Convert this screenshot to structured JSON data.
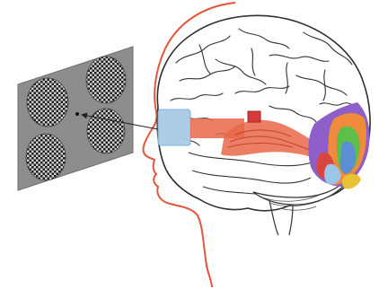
{
  "figure": {
    "type": "illustration",
    "colors": {
      "background": "#ffffff",
      "profile_outline": "#e2563c",
      "brain_outline": "#2f2f2f",
      "brain_fill": "#ffffff",
      "screen_panel": "#8d8d8d",
      "screen_panel_edge": "#6f6f6f",
      "checker_dark": "#1e1e1e",
      "checker_light": "#cfcfcf",
      "eye_box": "#a9cbe6",
      "optic_pathway": "#e8674a",
      "relay_nucleus": "#d63a3a",
      "cortex_purple": "#8e5fc9",
      "cortex_orange": "#f08a3c",
      "cortex_red": "#d9463d",
      "cortex_green": "#5bbf4a",
      "cortex_blue": "#5d8ed4",
      "cortex_lightblue": "#9cc6e8",
      "cortex_yellow": "#e8c233",
      "arrow": "#222222"
    },
    "stimulus": {
      "checkerboard_patches": 4,
      "pattern": "checkerboard",
      "fixation_marker": "dot"
    },
    "icons": {
      "profile": "head-silhouette",
      "brain": "brain-illustration",
      "eye": "eye-icon",
      "stimulus": "checkerboard-stimulus"
    }
  }
}
